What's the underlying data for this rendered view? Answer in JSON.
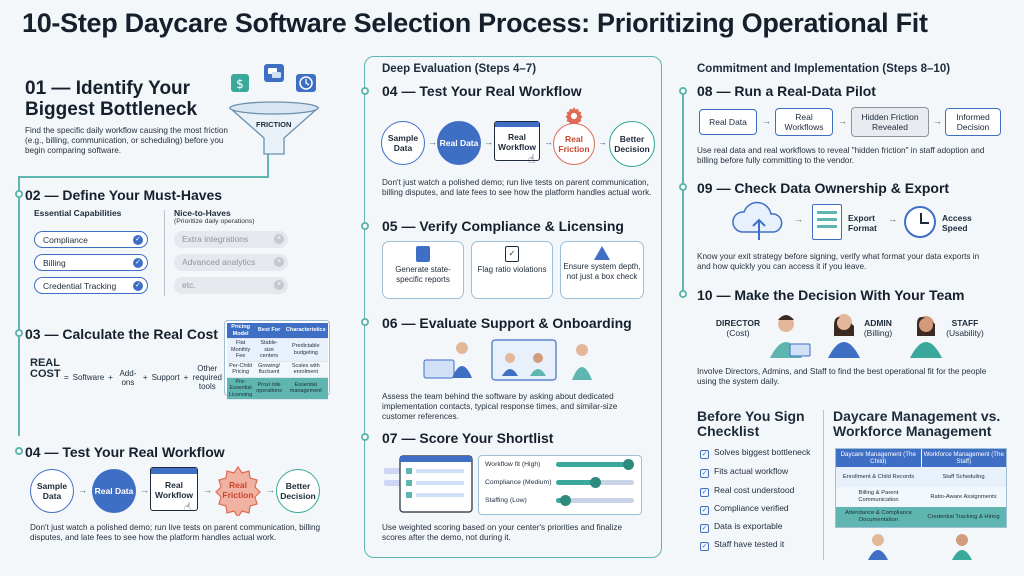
{
  "title": "10-Step Daycare Software Selection Process: Prioritizing Operational Fit",
  "col_left": {
    "s01": {
      "title_line1": "01 — Identify Your",
      "title_line2": "Biggest Bottleneck",
      "desc": "Find the specific daily workflow causing the most friction (e.g., billing, communication, or scheduling) before you begin comparing software.",
      "funnel_label": "FRICTION"
    },
    "s02": {
      "title": "02 — Define Your Must-Haves",
      "must_head": "Essential Capabilities",
      "nice_head": "Nice-to-Haves",
      "nice_sub": "(Prioritize daily operations)",
      "must": [
        "Compliance",
        "Billing",
        "Credential Tracking"
      ],
      "nice": [
        "Extra integrations",
        "Advanced analytics",
        "etc."
      ]
    },
    "s03": {
      "title": "03 — Calculate the Real Cost",
      "real": "REAL",
      "cost": "COST",
      "eq": "=",
      "plus": "+",
      "terms": [
        "Software",
        "Add-ons",
        "Support",
        "Other required tools"
      ],
      "table": {
        "headers": [
          "Pricing Model",
          "Best For",
          "Characteristics"
        ],
        "rows": [
          [
            "Flat Monthly Fee",
            "Stable-size centers",
            "Predictable budgeting"
          ],
          [
            "Per-Child Pricing",
            "Growing/ fluctuent",
            "Scales with enrolment"
          ],
          [
            "Pre-Essential Licensing",
            "Provi ride operations",
            "Essential management"
          ]
        ]
      }
    },
    "s04": {
      "title": "04 — Test Your Real Workflow",
      "desc": "Don't just watch a polished demo; run live tests on parent communication, billing disputes, and late fees to see how the platform handles actual work.",
      "steps": [
        "Sample Data",
        "Real Data",
        "Real Workflow",
        "Real Friction",
        "Better Decision"
      ]
    }
  },
  "col_mid": {
    "head": "Deep Evaluation (Steps 4–7)",
    "s04": {
      "title": "04 — Test Your Real Workflow",
      "desc": "Don't just watch a polished demo; run live tests on parent communication, billing disputes, and late fees to see how the platform handles actual work.",
      "steps": [
        "Sample Data",
        "Real Data",
        "Real Workflow",
        "Real Friction",
        "Better Decision"
      ]
    },
    "s05": {
      "title": "05 — Verify Compliance & Licensing",
      "cards": [
        "Generate state-specific reports",
        "Flag ratio violations",
        "Ensure system depth, not just a box check"
      ]
    },
    "s06": {
      "title": "06 — Evaluate Support & Onboarding",
      "desc": "Assess the team behind the software by asking about dedicated implementation contacts, typical response times, and similar-size customer references."
    },
    "s07": {
      "title": "07 — Score Your Shortlist",
      "desc": "Use weighted scoring based on your center's priorities and finalize scores after the demo, not during it.",
      "scores": [
        {
          "label": "Workflow fit (High)",
          "value": 0.92
        },
        {
          "label": "Compliance (Medium)",
          "value": 0.5
        },
        {
          "label": "Staffing (Low)",
          "value": 0.12
        }
      ]
    }
  },
  "col_right": {
    "head": "Commitment and Implementation (Steps 8–10)",
    "s08": {
      "title": "08 — Run a Real-Data Pilot",
      "flow": [
        "Real Data",
        "Real Workflows",
        "Hidden Friction Revealed",
        "Informed Decision"
      ],
      "desc": "Use real data and real workflows to reveal \"hidden friction\" in staff adoption and billing before fully committing to the vendor."
    },
    "s09": {
      "title": "09 — Check Data Ownership & Export",
      "labels": [
        "Export Format",
        "Access Speed"
      ],
      "desc": "Know your exit strategy before signing, verify what format your data exports in and how quickly you can access it if you leave."
    },
    "s10": {
      "title": "10 — Make the Decision With Your Team",
      "roles": [
        {
          "name": "DIRECTOR",
          "focus": "(Cost)"
        },
        {
          "name": "ADMIN",
          "focus": "(Billing)"
        },
        {
          "name": "STAFF",
          "focus": "(Usability)"
        }
      ],
      "desc": "Involve Directors, Admins, and Staff to find the best operational fit for the people using the system daily."
    },
    "checklist": {
      "title_l1": "Before You Sign",
      "title_l2": "Checklist",
      "items": [
        "Solves biggest bottleneck",
        "Fits actual workflow",
        "Real cost understood",
        "Compliance verified",
        "Data is exportable",
        "Staff have tested it"
      ]
    },
    "compare": {
      "title_l1": "Daycare Management vs.",
      "title_l2": "Workforce Management",
      "headers": [
        "Daycare Management (The Child)",
        "Workforce Management (The Staff)"
      ],
      "rows": [
        [
          "Enrollment & Child Records",
          "Staff Scheduling"
        ],
        [
          "Billing & Parent Communication",
          "Ratio-Aware Assignments"
        ],
        [
          "Attendance & Compliance Documentation",
          "Credential Tracking & Hiring"
        ]
      ]
    }
  },
  "colors": {
    "blue": "#3f6fc5",
    "teal": "#5fb6b0",
    "red": "#e06b55"
  }
}
